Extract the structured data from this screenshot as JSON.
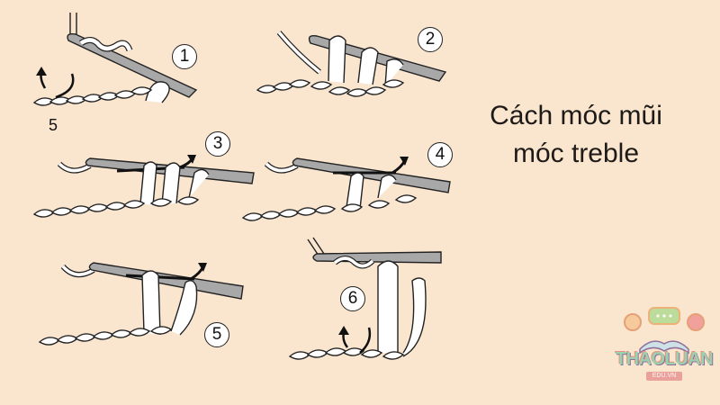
{
  "title": {
    "line1": "Cách móc mũi",
    "line2": "móc treble"
  },
  "steps": [
    {
      "number": "1",
      "chain_label": "5"
    },
    {
      "number": "2"
    },
    {
      "number": "3"
    },
    {
      "number": "4"
    },
    {
      "number": "5"
    },
    {
      "number": "6"
    }
  ],
  "logo": {
    "name": "THAOLUAN",
    "subtitle": "EDU.VN"
  },
  "colors": {
    "background": "#fae5cf",
    "hook": "#a8a8a8",
    "yarn": "#ffffff",
    "outline": "#222222"
  }
}
